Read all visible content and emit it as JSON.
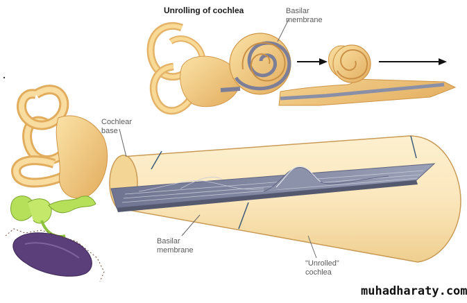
{
  "title": "Unrolling of cochlea",
  "labels": {
    "basilar_top_line1": "Basilar",
    "basilar_top_line2": "membrane",
    "cochlear_base_line1": "Cochlear",
    "cochlear_base_line2": "base",
    "basilar_bottom_line1": "Basilar",
    "basilar_bottom_line2": "membrane",
    "unrolled_line1": "\"Unrolled\"",
    "unrolled_line2": "cochlea"
  },
  "watermark": "muhadharaty.com",
  "colors": {
    "bone": "#f3cf86",
    "bone_dark": "#d9a454",
    "membrane": "#8a8fa8",
    "ossicle_green": "#b6df5a",
    "eardrum_purple": "#5b3f7a",
    "tube_fill": "#fbe7bd"
  }
}
